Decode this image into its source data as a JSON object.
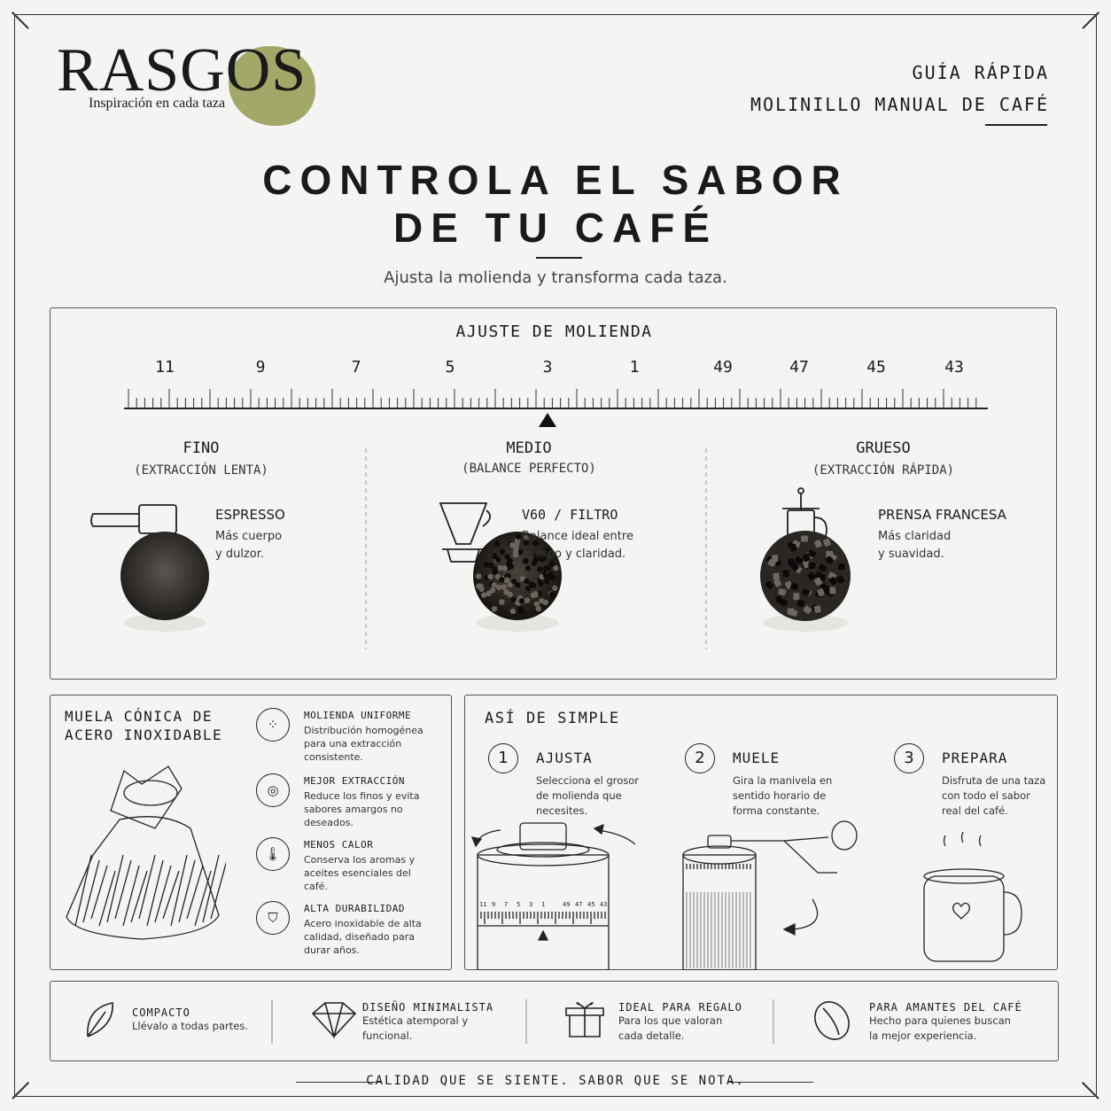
{
  "brand": {
    "name": "RASGOS",
    "tagline": "Inspiración en cada taza",
    "accent": "#9aa05a"
  },
  "header": {
    "guide_line1": "GUÍA RÁPIDA",
    "guide_line2": "MOLINILLO MANUAL DE CAFÉ"
  },
  "hero": {
    "title_line1": "CONTROLA EL SABOR",
    "title_line2": "DE TU CAFÉ",
    "subtitle": "Ajusta la molienda y transforma cada taza."
  },
  "grind": {
    "title": "AJUSTE DE MOLIENDA",
    "scale_labels": [
      "11",
      "9",
      "7",
      "5",
      "3",
      "1",
      "49",
      "47",
      "45",
      "43"
    ],
    "selected": "3",
    "columns": [
      {
        "title": "FINO",
        "subtitle": "(EXTRACCIÓN LENTA)",
        "method": "ESPRESSO",
        "desc1": "Más cuerpo",
        "desc2": "y dulzor.",
        "icon": "portafilter-icon"
      },
      {
        "title": "MEDIO",
        "subtitle": "(BALANCE PERFECTO)",
        "method": "V60 / FILTRO",
        "desc1": "Balance ideal entre",
        "desc2": "cuerpo y claridad.",
        "icon": "dripper-icon"
      },
      {
        "title": "GRUESO",
        "subtitle": "(EXTRACCIÓN RÁPIDA)",
        "method": "PRENSA FRANCESA",
        "desc1": "Más claridad",
        "desc2": "y suavidad.",
        "icon": "french-press-icon"
      }
    ]
  },
  "burr": {
    "title1": "MUELA CÓNICA DE",
    "title2": "ACERO INOXIDABLE",
    "features": [
      {
        "title": "MOLIENDA UNIFORME",
        "d1": "Distribución homogénea",
        "d2": "para una extracción",
        "d3": "consistente.",
        "icon": "dots-icon"
      },
      {
        "title": "MEJOR EXTRACCIÓN",
        "d1": "Reduce los finos y evita",
        "d2": "sabores amargos no",
        "d3": "deseados.",
        "icon": "target-icon"
      },
      {
        "title": "MENOS CALOR",
        "d1": "Conserva los aromas y",
        "d2": "aceites esenciales del",
        "d3": "café.",
        "icon": "thermometer-icon"
      },
      {
        "title": "ALTA DURABILIDAD",
        "d1": "Acero inoxidable de alta",
        "d2": "calidad, diseñado para",
        "d3": "durar años.",
        "icon": "shield-icon"
      }
    ]
  },
  "steps": {
    "title": "ASÍ DE SIMPLE",
    "items": [
      {
        "num": "1",
        "name": "AJUSTA",
        "d1": "Selecciona el grosor",
        "d2": "de molienda que",
        "d3": "necesites."
      },
      {
        "num": "2",
        "name": "MUELE",
        "d1": "Gira la manivela en",
        "d2": "sentido horario de",
        "d3": "forma constante."
      },
      {
        "num": "3",
        "name": "PREPARA",
        "d1": "Disfruta de una taza",
        "d2": "con todo el sabor",
        "d3": "real del café."
      }
    ],
    "dial_labels": [
      "11",
      "9",
      "7",
      "5",
      "3",
      "1",
      "49",
      "47",
      "45",
      "43"
    ]
  },
  "features": [
    {
      "title": "COMPACTO",
      "d1": "Llévalo a todas partes.",
      "d2": "",
      "icon": "leaf-icon"
    },
    {
      "title": "DISEÑO MINIMALISTA",
      "d1": "Estética atemporal y",
      "d2": "funcional.",
      "icon": "diamond-icon"
    },
    {
      "title": "IDEAL PARA REGALO",
      "d1": "Para los que valoran",
      "d2": "cada detalle.",
      "icon": "gift-icon"
    },
    {
      "title": "PARA AMANTES DEL CAFÉ",
      "d1": "Hecho para quienes buscan",
      "d2": "la mejor experiencia.",
      "icon": "coffee-bean-icon"
    }
  ],
  "footer": "CALIDAD QUE SE SIENTE. SABOR QUE SE NOTA."
}
